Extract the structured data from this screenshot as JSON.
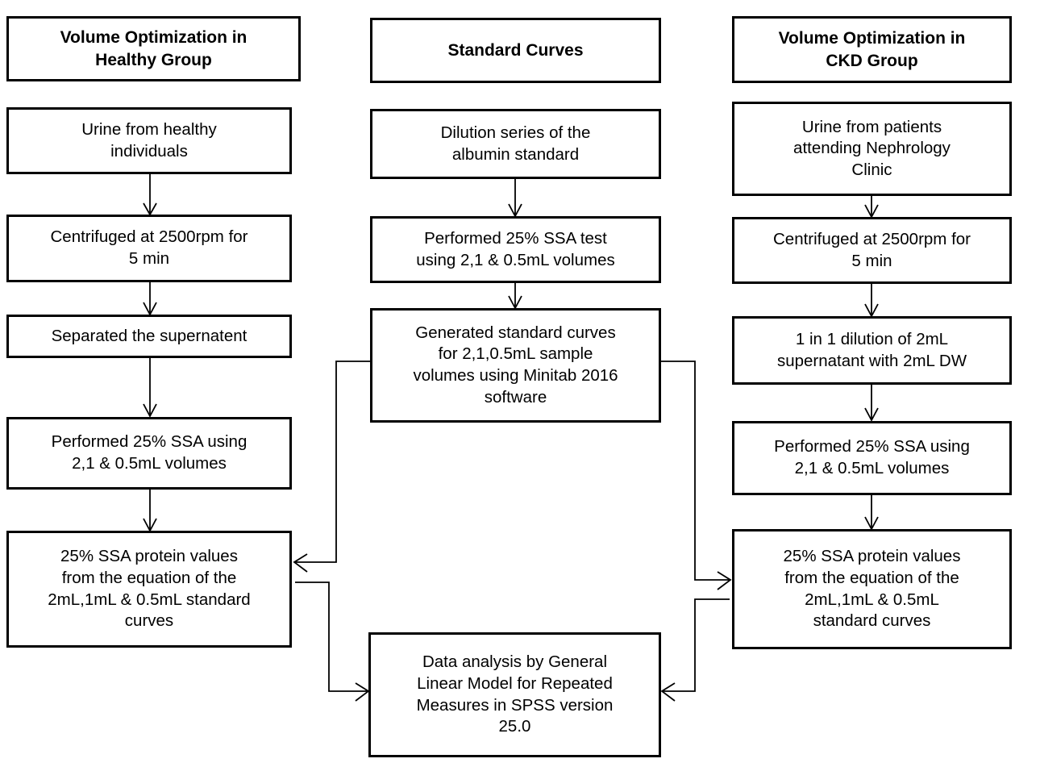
{
  "diagram": {
    "title": "Study workflow flowchart",
    "background_color": "#ffffff",
    "line_color": "#000000",
    "text_color": "#000000"
  },
  "columns": {
    "left": {
      "header": "Volume Optimization in\nHealthy Group",
      "steps": [
        "Urine from healthy\nindividuals",
        "Centrifuged at 2500rpm for\n5 min",
        "Separated the supernatent",
        "Performed 25% SSA using\n2,1 & 0.5mL volumes",
        "25% SSA protein values\nfrom the equation of the\n2mL,1mL & 0.5mL standard\ncurves"
      ]
    },
    "middle": {
      "header": "Standard Curves",
      "steps": [
        "Dilution series of the\nalbumin standard",
        "Performed 25% SSA test\nusing 2,1 & 0.5mL volumes",
        "Generated standard curves\nfor 2,1,0.5mL sample\nvolumes using Minitab 2016\nsoftware"
      ],
      "terminal": "Data analysis by General\nLinear Model for Repeated\nMeasures in SPSS version\n25.0"
    },
    "right": {
      "header": "Volume Optimization in\nCKD Group",
      "steps": [
        "Urine from patients\nattending Nephrology\nClinic",
        "Centrifuged at 2500rpm for\n5 min",
        "1 in 1 dilution of 2mL\nsupernatant with 2mL DW",
        "Performed 25% SSA using\n2,1 & 0.5mL volumes",
        "25% SSA protein values\nfrom the equation of the\n2mL,1mL & 0.5mL\nstandard curves"
      ]
    }
  },
  "connectors": [
    {
      "name": "left-urine-to-centrifuge",
      "from": "left.steps.0",
      "to": "left.steps.1",
      "style": "vertical-arrow"
    },
    {
      "name": "left-centrifuge-to-supernatent",
      "from": "left.steps.1",
      "to": "left.steps.2",
      "style": "vertical-arrow"
    },
    {
      "name": "left-supernatent-to-ssa",
      "from": "left.steps.2",
      "to": "left.steps.3",
      "style": "vertical-arrow"
    },
    {
      "name": "left-ssa-to-protein-values",
      "from": "left.steps.3",
      "to": "left.steps.4",
      "style": "vertical-arrow"
    },
    {
      "name": "middle-dilution-to-ssa-test",
      "from": "middle.steps.0",
      "to": "middle.steps.1",
      "style": "vertical-arrow"
    },
    {
      "name": "middle-ssa-test-to-curves",
      "from": "middle.steps.1",
      "to": "middle.steps.2",
      "style": "vertical-arrow"
    },
    {
      "name": "right-urine-to-centrifuge",
      "from": "right.steps.0",
      "to": "right.steps.1",
      "style": "vertical-arrow"
    },
    {
      "name": "right-centrifuge-to-dilution",
      "from": "right.steps.1",
      "to": "right.steps.2",
      "style": "vertical-arrow"
    },
    {
      "name": "right-dilution-to-ssa",
      "from": "right.steps.2",
      "to": "right.steps.3",
      "style": "vertical-arrow"
    },
    {
      "name": "right-ssa-to-protein-values",
      "from": "right.steps.3",
      "to": "right.steps.4",
      "style": "vertical-arrow"
    },
    {
      "name": "curves-to-left-protein-values",
      "from": "middle.steps.2",
      "to": "left.steps.4",
      "style": "elbow-left-arrow"
    },
    {
      "name": "curves-to-right-protein-values",
      "from": "middle.steps.2",
      "to": "right.steps.4",
      "style": "elbow-right-arrow"
    },
    {
      "name": "left-protein-values-to-spss",
      "from": "left.steps.4",
      "to": "middle.terminal",
      "style": "elbow-down-right-arrow"
    },
    {
      "name": "right-protein-values-to-spss",
      "from": "right.steps.4",
      "to": "middle.terminal",
      "style": "elbow-down-left-arrow"
    }
  ]
}
